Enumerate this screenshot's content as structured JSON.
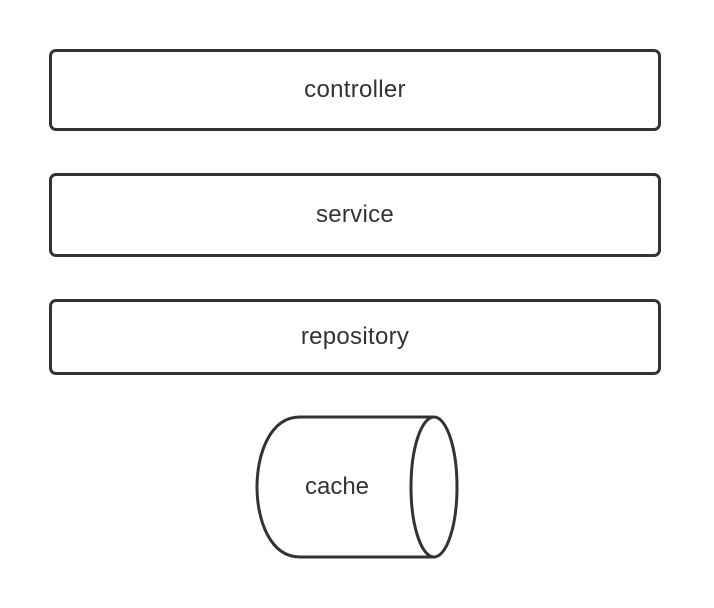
{
  "diagram": {
    "layers": [
      {
        "label": "controller"
      },
      {
        "label": "service"
      },
      {
        "label": "repository"
      }
    ],
    "cache": {
      "label": "cache"
    },
    "colors": {
      "stroke": "#333333",
      "text": "#333333",
      "background": "#ffffff"
    }
  }
}
